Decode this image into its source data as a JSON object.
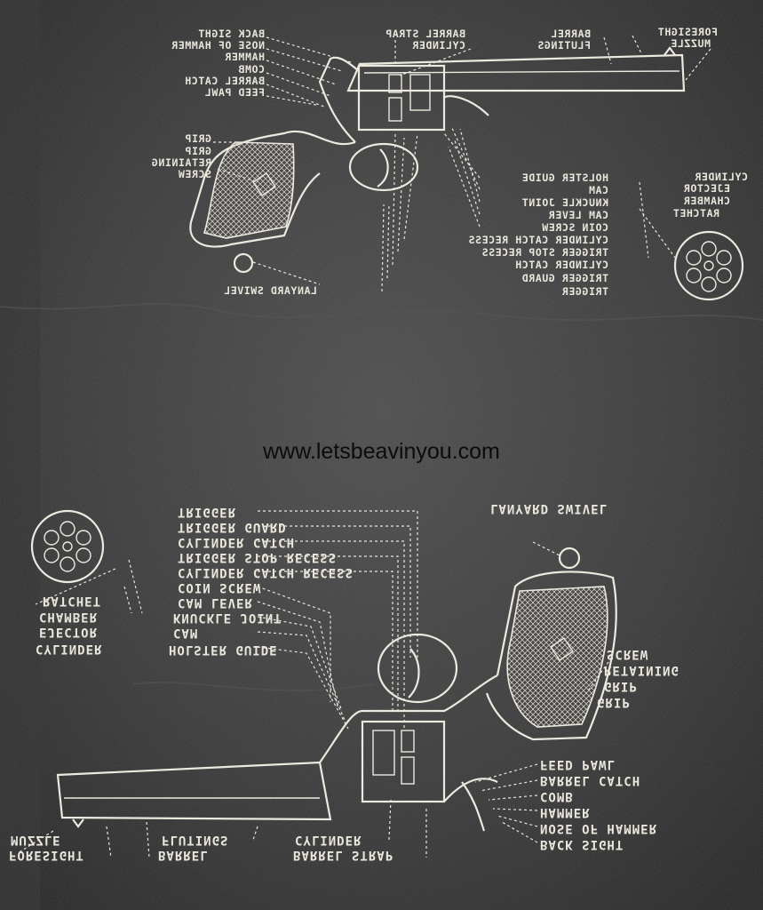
{
  "watermark": "www.letsbeavinyou.com",
  "top_diagram": {
    "left_labels": [
      "BACK SIGHT",
      "NOSE OF HAMMER",
      "HAMMER",
      "COMB",
      "BARREL CATCH",
      "FEED PAWL",
      "GRIP",
      "GRIP",
      "RETAINING",
      "SCREW"
    ],
    "top_labels": [
      "BARREL STRAP",
      "CYLINDER",
      "BARREL",
      "FLUTINGS",
      "FORESIGHT",
      "MUZZLE"
    ],
    "right_labels": [
      "HOLSTER GUIDE",
      "CAM",
      "KNUCKLE JOINT",
      "CAM LEVER",
      "COIN SCREW",
      "CYLINDER CATCH RECESS",
      "TRIGGER STOP RECESS",
      "CYLINDER CATCH",
      "TRIGGER GUARD",
      "TRIGGER"
    ],
    "cylinder_labels": [
      "CYLINDER",
      "EJECTOR",
      "CHAMBER",
      "RATCHET"
    ],
    "bottom_label": "LANYARD SWIVEL"
  },
  "bottom_diagram": {
    "top_left_labels": [
      "TRIGGER",
      "TRIGGER GUARD",
      "CYLINDER CATCH",
      "TRIGGER STOP RECESS",
      "CYLINDER CATCH RECESS",
      "COIN SCREW",
      "CAM LEVER",
      "KNUCKLE JOINT",
      "CAM",
      "HOLSTER GUIDE"
    ],
    "cylinder_labels": [
      "RATCHET",
      "CHAMBER",
      "EJECTOR",
      "CYLINDER"
    ],
    "top_right_label": "LANYARD SWIVEL",
    "right_labels": [
      "SCREW",
      "RETAINING",
      "GRIP",
      "GRIP",
      "FEED PAWL",
      "BARREL CATCH",
      "COMB",
      "HAMMER",
      "NOSE OF HAMMER",
      "BACK SIGHT"
    ],
    "bottom_labels": [
      "MUZZLE",
      "FORESIGHT",
      "BARREL",
      "FLUTINGS",
      "CYLINDER",
      "BARREL STRAP"
    ]
  }
}
